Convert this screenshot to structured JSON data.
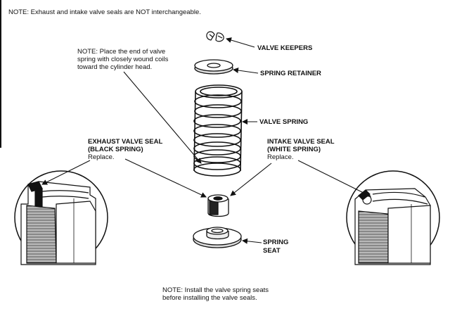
{
  "notes": {
    "top": "NOTE:  Exhaust and intake valve seals are NOT interchangeable.",
    "spring_line1": "NOTE:  Place the end of valve",
    "spring_line2": "spring with closely wound coils",
    "spring_line3": "toward the cylinder head.",
    "bottom_line1": "NOTE:  Install the valve spring seats",
    "bottom_line2": "before installing the valve seals."
  },
  "labels": {
    "valve_keepers": "VALVE KEEPERS",
    "spring_retainer": "SPRING RETAINER",
    "valve_spring": "VALVE SPRING",
    "spring_seat_line1": "SPRING",
    "spring_seat_line2": "SEAT",
    "exhaust_line1": "EXHAUST VALVE SEAL",
    "exhaust_line2": "(BLACK SPRING)",
    "exhaust_line3": "Replace.",
    "intake_line1": "INTAKE VALVE SEAL",
    "intake_line2": "(WHITE SPRING)",
    "intake_line3": "Replace."
  },
  "colors": {
    "ink": "#111111",
    "background": "#ffffff"
  }
}
